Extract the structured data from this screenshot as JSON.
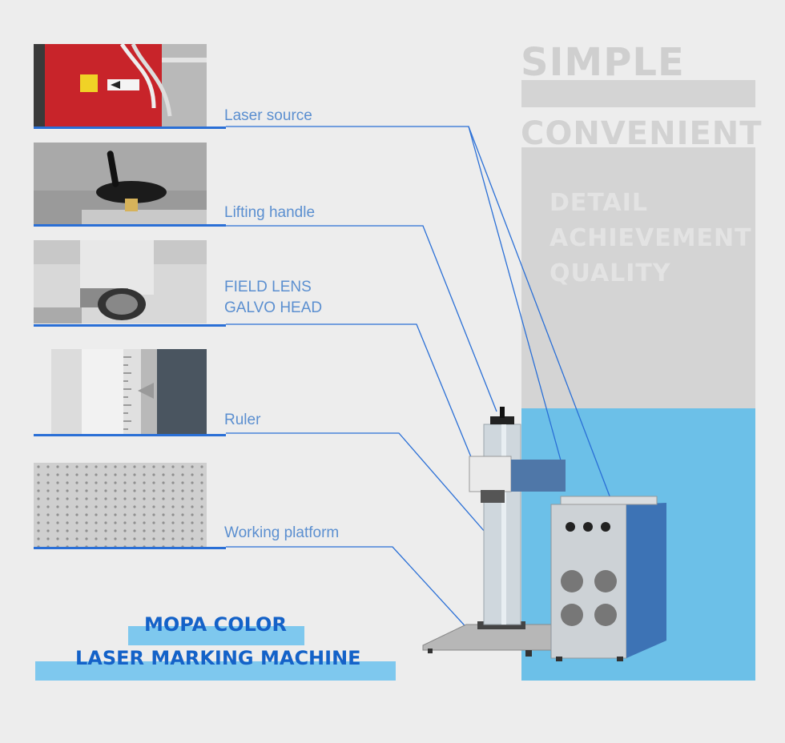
{
  "labels": {
    "laser_source": "Laser source",
    "lifting_handle": "Lifting handle",
    "field_lens": "FIELD LENS",
    "galvo_head": "GALVO HEAD",
    "ruler": "Ruler",
    "working_platform": "Working platform"
  },
  "headline": {
    "simple": "SIMPLE",
    "convenient": "CONVENIENT",
    "detail": "DETAIL",
    "achievement": "ACHIEVEMENT",
    "quality": "QUALITY"
  },
  "product": {
    "line1": "MOPA COLOR",
    "line2": "LASER MARKING MACHINE"
  },
  "colors": {
    "accent_blue": "#2a6fd6",
    "label_blue": "#5b8fd0",
    "title_blue": "#1462c8",
    "panel_blue": "#6cc0e8",
    "panel_gray": "#d4d4d4"
  }
}
